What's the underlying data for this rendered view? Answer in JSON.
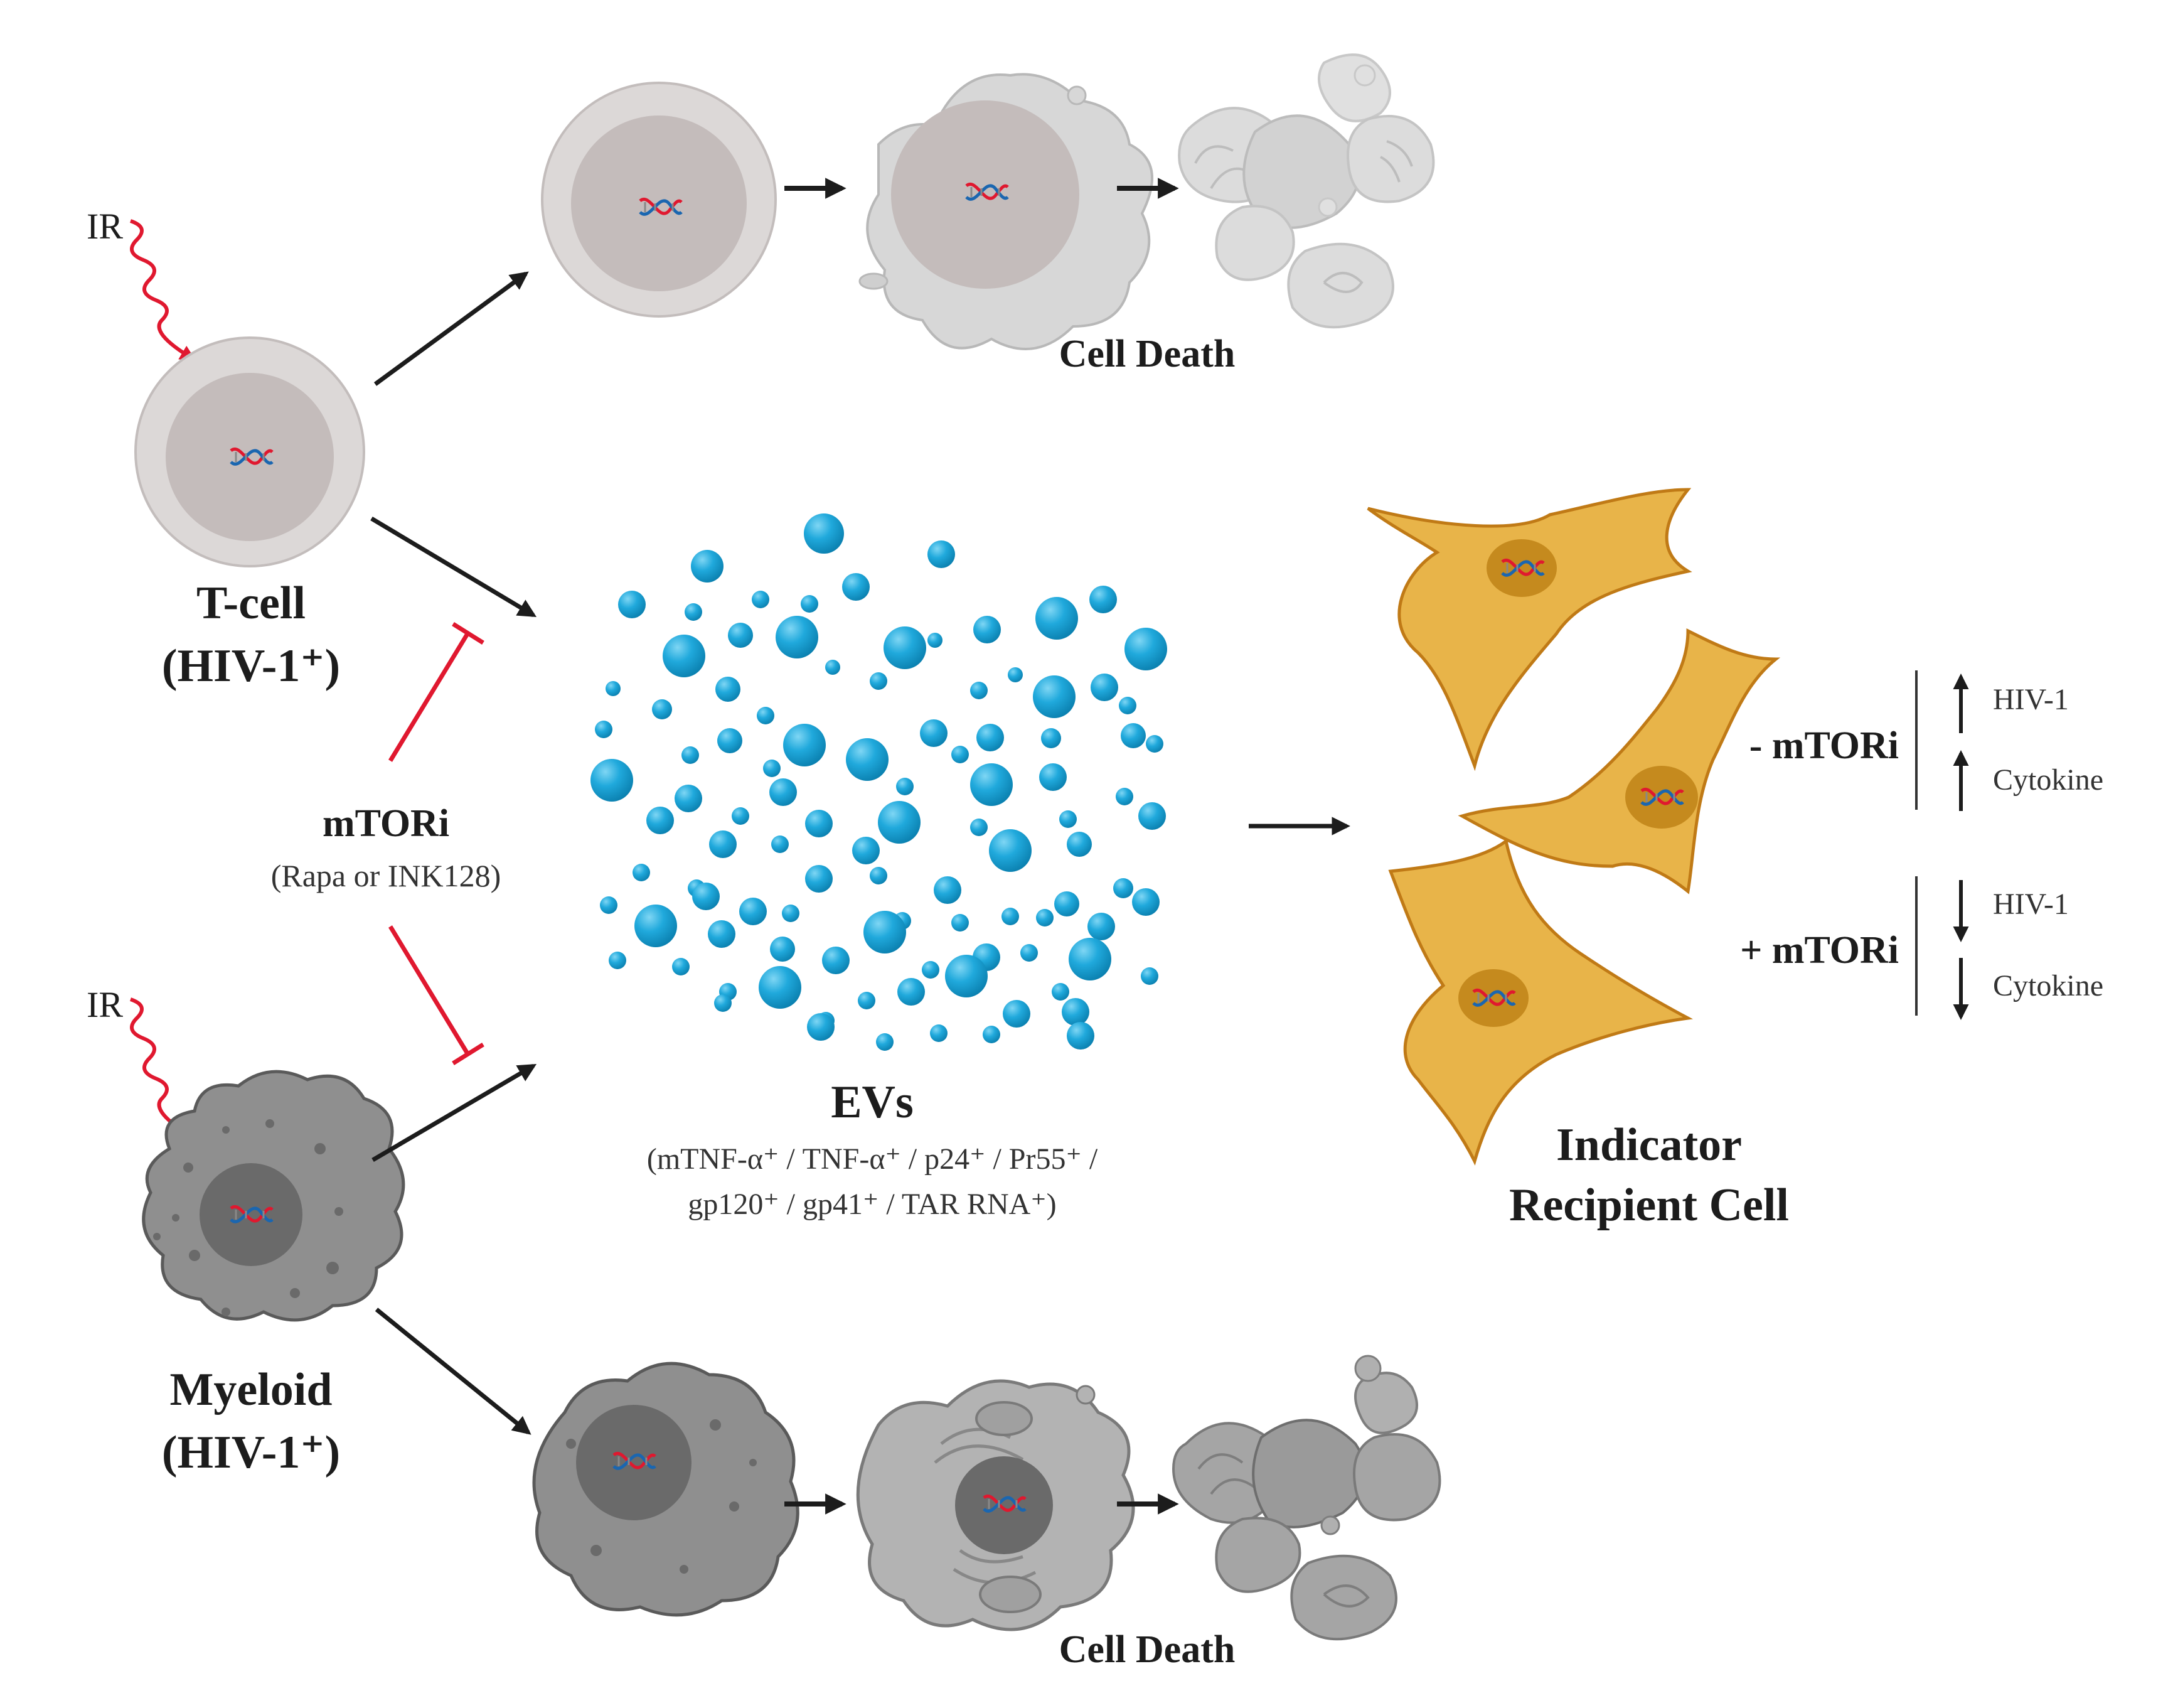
{
  "colors": {
    "tcell_outer": "#dcd8d7",
    "tcell_nucleus": "#c4bcbb",
    "myeloid_body": "#8f8f8f",
    "myeloid_nucleus": "#6a6a6a",
    "ev_blue": "#1aa3d6",
    "indicator_cell": "#e8b449",
    "indicator_nucleus": "#c58a1e",
    "inhibitor_red": "#e0182f",
    "arrow": "#1c1c1c"
  },
  "labels": {
    "ir_top": "IR",
    "ir_bottom": "IR",
    "tcell_name": "T-cell",
    "tcell_status": "(HIV-1⁺)",
    "myeloid_name": "Myeloid",
    "myeloid_status": "(HIV-1⁺)",
    "cell_death_top": "Cell Death",
    "cell_death_bottom": "Cell Death",
    "mtori": "mTORi",
    "mtori_examples": "(Rapa or INK128)",
    "evs": "EVs",
    "evs_cargo_line1": "(mTNF-α⁺ / TNF-α⁺ / p24⁺ / Pr55⁺ /",
    "evs_cargo_line2": "gp120⁺ / gp41⁺ / TAR RNA⁺)",
    "indicator_line1": "Indicator",
    "indicator_line2": "Recipient Cell"
  },
  "outcomes": [
    {
      "condition": "- mTORi",
      "items": [
        {
          "direction": "up",
          "label": "HIV-1"
        },
        {
          "direction": "up",
          "label": "Cytokine"
        }
      ]
    },
    {
      "condition": "+ mTORi",
      "items": [
        {
          "direction": "down",
          "label": "HIV-1"
        },
        {
          "direction": "down",
          "label": "Cytokine"
        }
      ]
    }
  ],
  "icons": {
    "dna": "dna-helix-icon",
    "radiation": "ionizing-radiation-wave-icon",
    "inhibition": "inhibition-t-bar-icon"
  }
}
